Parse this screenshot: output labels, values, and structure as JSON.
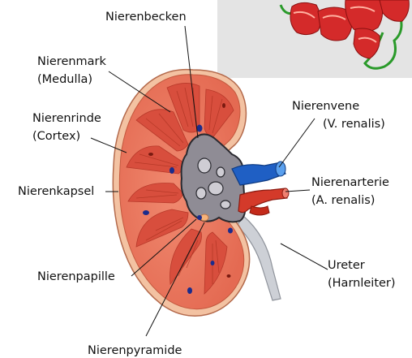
{
  "labels": {
    "pelvis": "Nierenbecken",
    "medulla_1": "Nierenmark",
    "medulla_2": "(Medulla)",
    "cortex_1": "Nierenrinde",
    "cortex_2": "(Cortex)",
    "capsule": "Nierenkapsel",
    "papilla": "Nierenpapille",
    "pyramid": "Nierenpyramide",
    "vein_1": "Nierenvene",
    "vein_2": "(V. renalis)",
    "artery_1": "Nierenarterie",
    "artery_2": "(A. renalis)",
    "ureter_1": "Ureter",
    "ureter_2": "(Harnleiter)"
  },
  "colors": {
    "capsule": "#f3c2a2",
    "cortex": "#e9775e",
    "pyramid": "#d84e3d",
    "pelvis": "#8f8c95",
    "vein": "#1f5fc4",
    "artery": "#d43a2a",
    "ureter": "#cdd0d6",
    "protein_helix": "#d42a2a",
    "protein_coil": "#2a9a2a",
    "inset_bg": "#e4e4e4"
  }
}
